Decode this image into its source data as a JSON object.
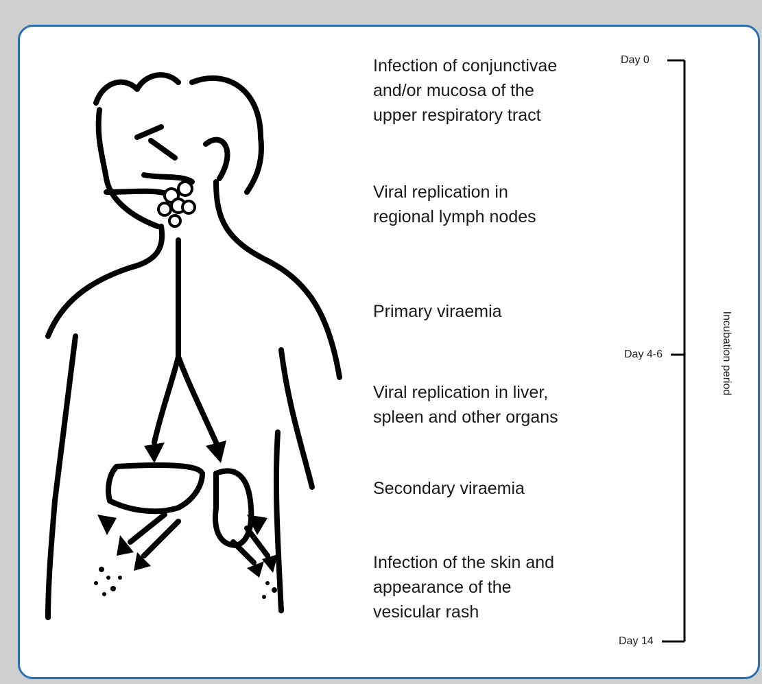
{
  "steps": [
    "Infection of conjunctivae\nand/or mucosa of the\nupper respiratory tract",
    "Viral replication in\nregional lymph nodes",
    "Primary viraemia",
    "Viral replication in liver,\nspleen and other organs",
    "Secondary viraemia",
    "Infection of the skin and\nappearance of the\nvesicular rash"
  ],
  "days": {
    "start": "Day 0",
    "middle": "Day 4-6",
    "end": "Day 14"
  },
  "period_label": "Incubation period",
  "colors": {
    "frame": "#2a6fb3",
    "ink": "#000000"
  },
  "icons": {
    "figure": "human-body-outline-icon"
  }
}
